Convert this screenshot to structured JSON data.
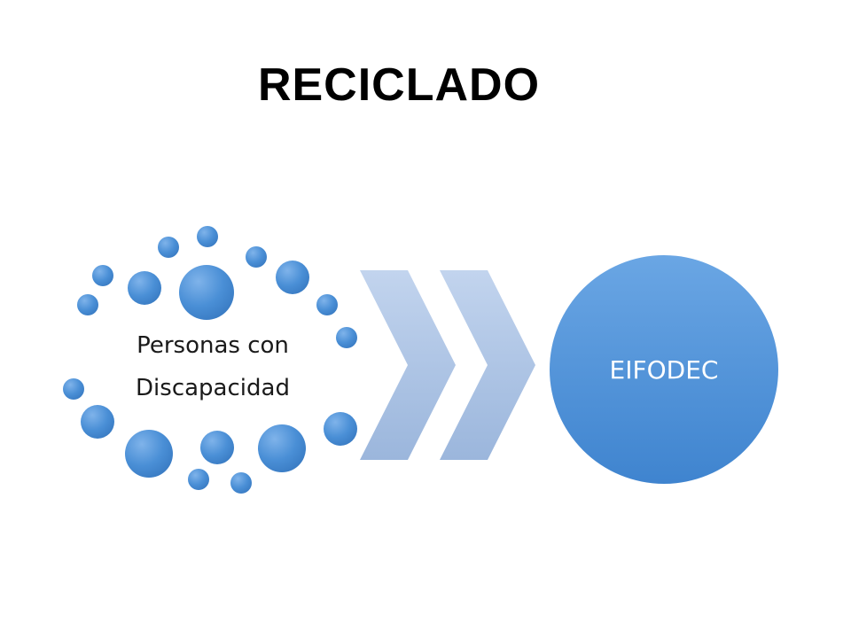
{
  "title": "RECICLADO",
  "source_node": {
    "line1": "Personas con",
    "line2": "Discapacidad"
  },
  "target_node": {
    "label": "EIFODEC"
  },
  "colors": {
    "dot": "#4a8fd6",
    "circle": "#4a8fd6",
    "chevron": "#a9c1e3"
  }
}
